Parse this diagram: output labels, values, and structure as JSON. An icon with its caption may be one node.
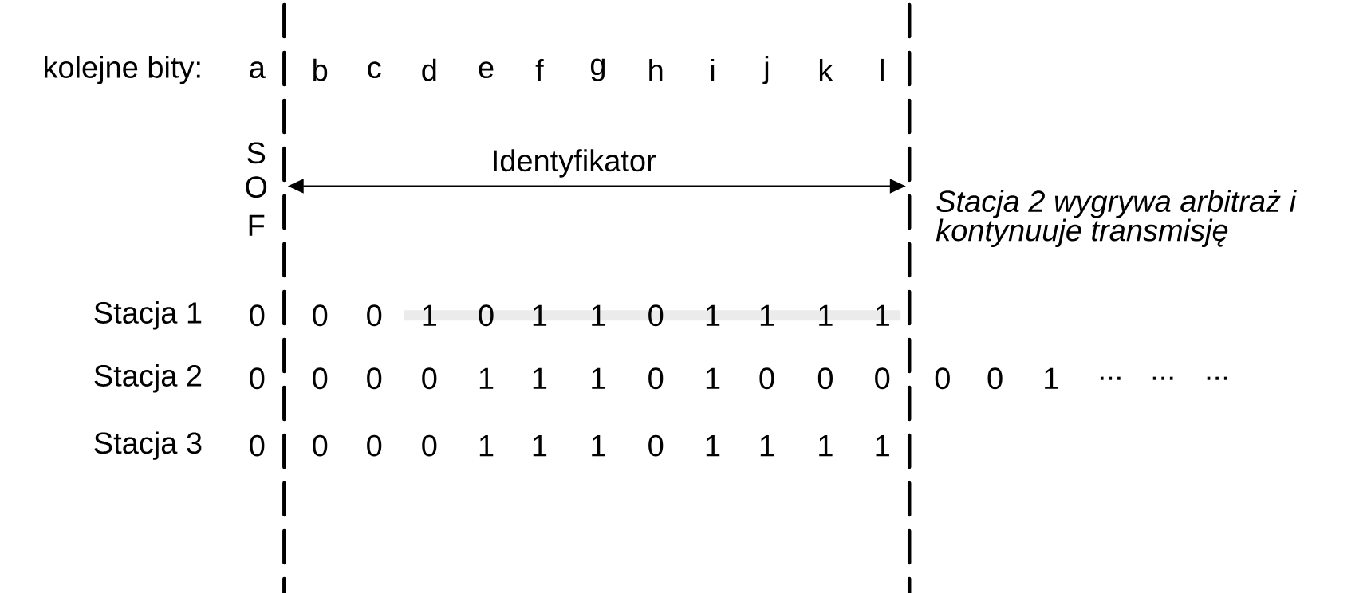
{
  "diagram": {
    "labels": [
      "kolejne bity:",
      "a",
      "b",
      "c",
      "d",
      "e",
      "f",
      "g",
      "h",
      "i",
      "j",
      "k",
      "l",
      "S",
      "O",
      "F",
      "Identyfikator",
      "Stacja 2 wygrywa arbitraż i kontynuuje transmisję",
      "Stacja 1",
      "0",
      "0",
      "0",
      "1",
      "0",
      "1",
      "1",
      "0",
      "1",
      "1",
      "1",
      "1",
      "Stacja 2",
      "0",
      "0",
      "0",
      "0",
      "1",
      "1",
      "1",
      "0",
      "1",
      "0",
      "0",
      "0",
      "0",
      "0",
      "1",
      "...",
      "...",
      "...",
      "Stacja 3",
      "0",
      "0",
      "0",
      "0",
      "1",
      "1",
      "1",
      "0",
      "1",
      "1",
      "1",
      "1"
    ]
  }
}
